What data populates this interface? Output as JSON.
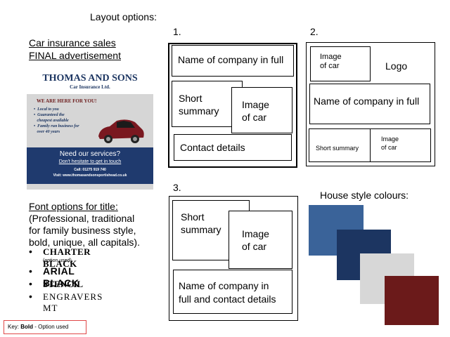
{
  "heading": "Layout options:",
  "left_title": {
    "line1": "Car insurance sales",
    "line2": "FINAL advertisement"
  },
  "advert": {
    "company": "THOMAS AND SONS",
    "subtitle": "Car Insurance Ltd.",
    "we_are_here": "WE ARE HERE FOR YOU!",
    "bullets": [
      "Local to you",
      "Guaranteed the",
      "cheapest available",
      "Family run business for",
      "over 40 years"
    ],
    "need_services": "Need our services?",
    "dont_hesitate": "Don't hesitate to get in touch",
    "call": "Call: 01275 919 740",
    "visit": "Visit: www.thomasandsonsportishead.co.uk"
  },
  "font_options": {
    "title": "Font options for title:",
    "desc_lines": [
      "(Professional, traditional",
      "for family business style,",
      "bold, unique, all capitals)."
    ],
    "items": [
      "CHARTER BLACK",
      "ARIAL BLACK",
      "STENCIL",
      "ENGRAVERS",
      "MT"
    ],
    "option_used_note": "(option used)."
  },
  "key": {
    "prefix": "Key: ",
    "bold": "Bold",
    "suffix": " - Option used"
  },
  "layout1": {
    "number": "1.",
    "name_full": "Name of company in full",
    "short_summary": [
      "Short",
      "summary"
    ],
    "image": [
      "Image",
      "of car"
    ],
    "contact": "Contact details"
  },
  "layout2": {
    "number": "2.",
    "image_top": [
      "Image",
      "of car"
    ],
    "logo": "Logo",
    "name_full": "Name of company in full",
    "short_summary": "Short summary",
    "image_bottom": [
      "Image",
      "of car"
    ]
  },
  "layout3": {
    "number": "3.",
    "short_summary": [
      "Short",
      "summary"
    ],
    "image": [
      "Image",
      "of car"
    ],
    "name_contact": [
      "Name of company in",
      "full and contact details"
    ]
  },
  "house_style": {
    "title": "House style colours:",
    "colors": [
      "#3a6399",
      "#1c3561",
      "#d7d7d7",
      "#6b1a1a"
    ]
  }
}
